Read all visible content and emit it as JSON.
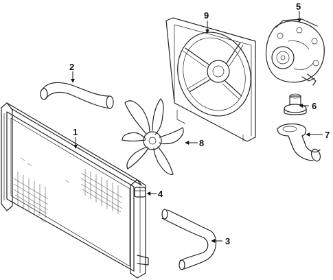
{
  "callouts": {
    "radiator": "1",
    "upper_hose": "2",
    "lower_hose": "3",
    "drain_cap": "4",
    "water_pump": "5",
    "thermostat": "6",
    "thermostat_housing": "7",
    "fan_blade": "8",
    "fan_shroud": "9"
  }
}
